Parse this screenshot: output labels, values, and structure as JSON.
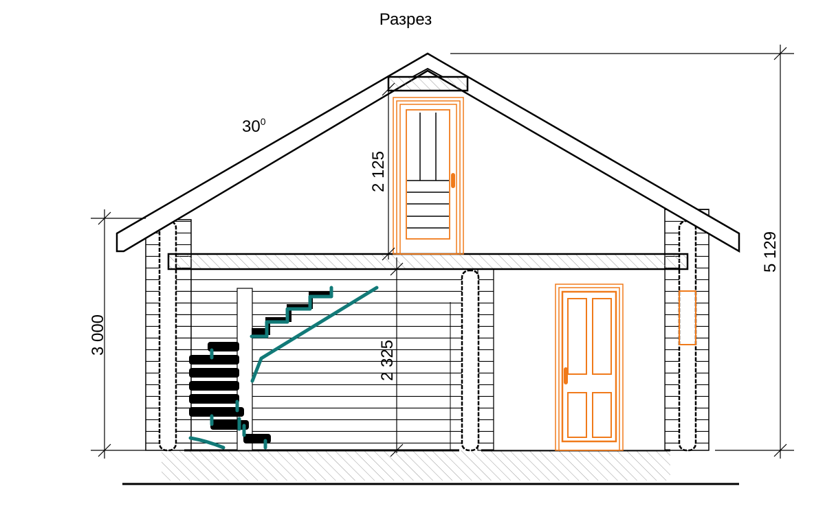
{
  "title": "Разрез",
  "roof_angle": {
    "value": "30",
    "unit": "0"
  },
  "dimensions": {
    "wall_height": "3 000",
    "total_height": "5 129",
    "attic_height": "2 125",
    "ground_floor_height": "2 325"
  },
  "colors": {
    "lines": "#000000",
    "doors": "#f07a1a",
    "stairs": "#127a78",
    "hatch": "#999999"
  }
}
